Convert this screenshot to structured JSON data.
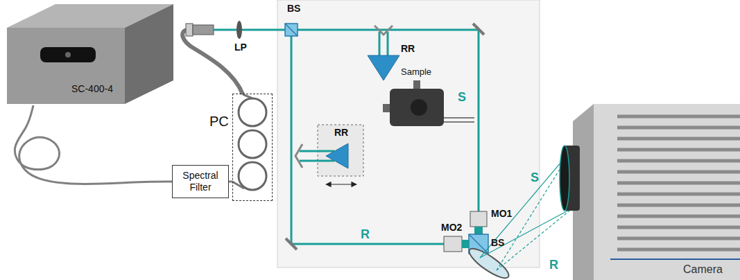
{
  "diagram": {
    "nodes": [
      {
        "text": [
          "SC-400-4"
        ]
      },
      {
        "text": [
          "Spectral Filter"
        ]
      },
      {
        "text": [
          "PC"
        ]
      }
    ],
    "edges": [
      {
        "from": 0,
        "to": 1,
        "arrow": "none"
      },
      {
        "from": 1,
        "to": 2,
        "arrow": "none"
      }
    ],
    "labels": [
      "LP",
      "BS",
      "RR",
      "RR",
      "Sample",
      "S",
      "MO1",
      "MO2",
      "BS",
      "R",
      "S",
      "R",
      "Camera"
    ]
  }
}
